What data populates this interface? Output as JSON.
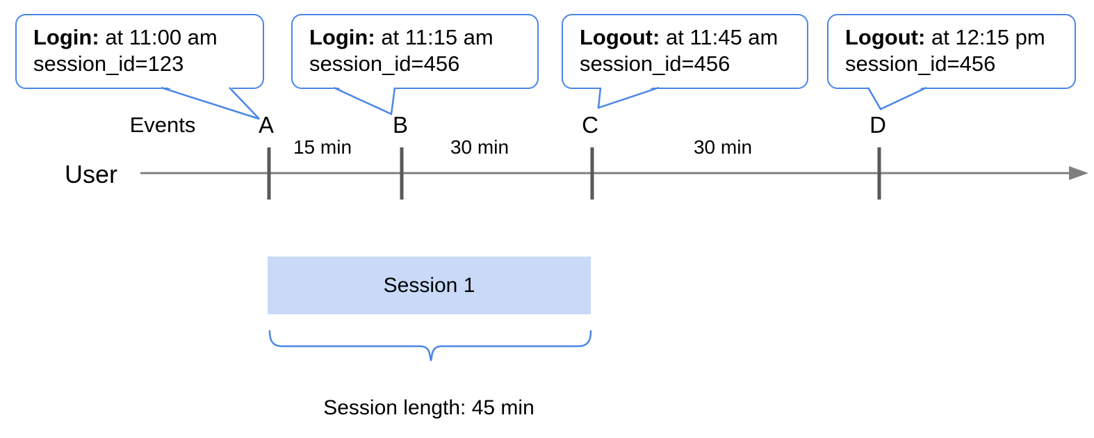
{
  "diagram": {
    "type": "timeline",
    "axis": {
      "events_label": "Events",
      "user_label": "User"
    },
    "events": [
      {
        "letter": "A",
        "label": "Login:",
        "time": "at 11:00 am",
        "session": "session_id=123"
      },
      {
        "letter": "B",
        "label": "Login:",
        "time": "at 11:15 am",
        "session": "session_id=456"
      },
      {
        "letter": "C",
        "label": "Logout:",
        "time": "at 11:45 am",
        "session": "session_id=456"
      },
      {
        "letter": "D",
        "label": "Logout:",
        "time": "at 12:15 pm",
        "session": "session_id=456"
      }
    ],
    "intervals": [
      {
        "between": "A-B",
        "label": "15 min"
      },
      {
        "between": "B-C",
        "label": "30 min"
      },
      {
        "between": "C-D",
        "label": "30 min"
      }
    ],
    "session": {
      "box_label": "Session 1",
      "length_label": "Session length: 45 min",
      "spans_events": "A to C"
    },
    "colors": {
      "callout_border": "#4a86e8",
      "session_fill": "#c9daf8",
      "timeline_gray": "#7f7f7f",
      "tick_gray": "#595959",
      "text": "#000000"
    }
  }
}
